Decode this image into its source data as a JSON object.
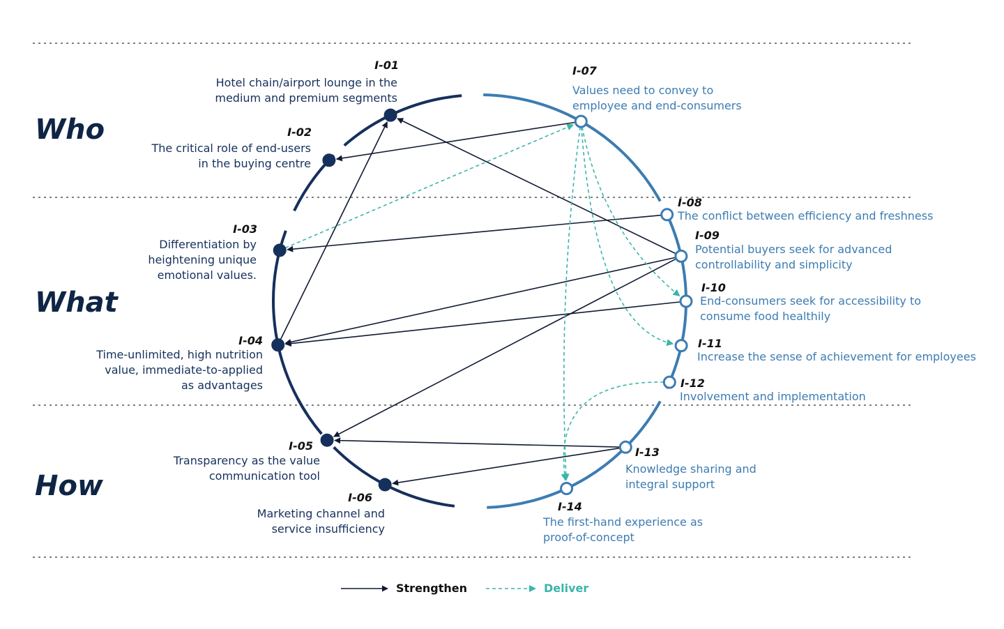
{
  "sections": [
    {
      "id": "who",
      "label": "Who"
    },
    {
      "id": "what",
      "label": "What"
    },
    {
      "id": "how",
      "label": "How"
    }
  ],
  "colors": {
    "dark_node": "#16305c",
    "dark_arc": "#16305c",
    "blue_arc": "#3c7cb2",
    "strengthen": "#111a33",
    "deliver": "#3ab5aa",
    "section_text": "#0f2545",
    "divider": "#555555"
  },
  "nodes": [
    {
      "id": "I-01",
      "lines": [
        "Hotel chain/airport lounge in the",
        "medium and premium segments"
      ],
      "group": "dark"
    },
    {
      "id": "I-02",
      "lines": [
        "The critical role of end-users",
        "in the buying centre"
      ],
      "group": "dark"
    },
    {
      "id": "I-03",
      "lines": [
        "Differentiation by",
        "heightening unique",
        "emotional values."
      ],
      "group": "dark"
    },
    {
      "id": "I-04",
      "lines": [
        "Time-unlimited, high nutrition",
        "value, immediate-to-applied",
        "as advantages"
      ],
      "group": "dark"
    },
    {
      "id": "I-05",
      "lines": [
        "Transparency as the value",
        "communication tool"
      ],
      "group": "dark"
    },
    {
      "id": "I-06",
      "lines": [
        "Marketing channel and",
        "service insufficiency"
      ],
      "group": "dark"
    },
    {
      "id": "I-07",
      "lines": [
        "Values need to convey to",
        "employee and end-consumers"
      ],
      "group": "blue"
    },
    {
      "id": "I-08",
      "lines": [
        "The conflict between efficiency and freshness"
      ],
      "group": "blue"
    },
    {
      "id": "I-09",
      "lines": [
        "Potential buyers seek for advanced",
        "controllability and simplicity"
      ],
      "group": "blue"
    },
    {
      "id": "I-10",
      "lines": [
        "End-consumers seek for accessibility to",
        "consume food healthily"
      ],
      "group": "blue"
    },
    {
      "id": "I-11",
      "lines": [
        "Increase the sense of achievement for employees"
      ],
      "group": "blue"
    },
    {
      "id": "I-12",
      "lines": [
        "Involvement and implementation"
      ],
      "group": "blue"
    },
    {
      "id": "I-13",
      "lines": [
        "Knowledge sharing and",
        "integral support"
      ],
      "group": "blue"
    },
    {
      "id": "I-14",
      "lines": [
        "The first-hand experience as",
        "proof-of-concept"
      ],
      "group": "blue"
    }
  ],
  "edges": [
    {
      "from": "I-07",
      "to": "I-02",
      "type": "strengthen"
    },
    {
      "from": "I-09",
      "to": "I-01",
      "type": "strengthen"
    },
    {
      "from": "I-04",
      "to": "I-01",
      "type": "strengthen"
    },
    {
      "from": "I-08",
      "to": "I-03",
      "type": "strengthen"
    },
    {
      "from": "I-09",
      "to": "I-04",
      "type": "strengthen"
    },
    {
      "from": "I-10",
      "to": "I-04",
      "type": "strengthen"
    },
    {
      "from": "I-09",
      "to": "I-05",
      "type": "strengthen"
    },
    {
      "from": "I-13",
      "to": "I-05",
      "type": "strengthen"
    },
    {
      "from": "I-13",
      "to": "I-06",
      "type": "strengthen"
    },
    {
      "from": "I-03",
      "to": "I-07",
      "type": "deliver"
    },
    {
      "from": "I-07",
      "to": "I-10",
      "type": "deliver"
    },
    {
      "from": "I-07",
      "to": "I-11",
      "type": "deliver"
    },
    {
      "from": "I-07",
      "to": "I-14",
      "type": "deliver"
    },
    {
      "from": "I-12",
      "to": "I-14",
      "type": "deliver"
    }
  ],
  "legend": [
    {
      "type": "strengthen",
      "label": "Strengthen"
    },
    {
      "type": "deliver",
      "label": "Deliver"
    }
  ]
}
